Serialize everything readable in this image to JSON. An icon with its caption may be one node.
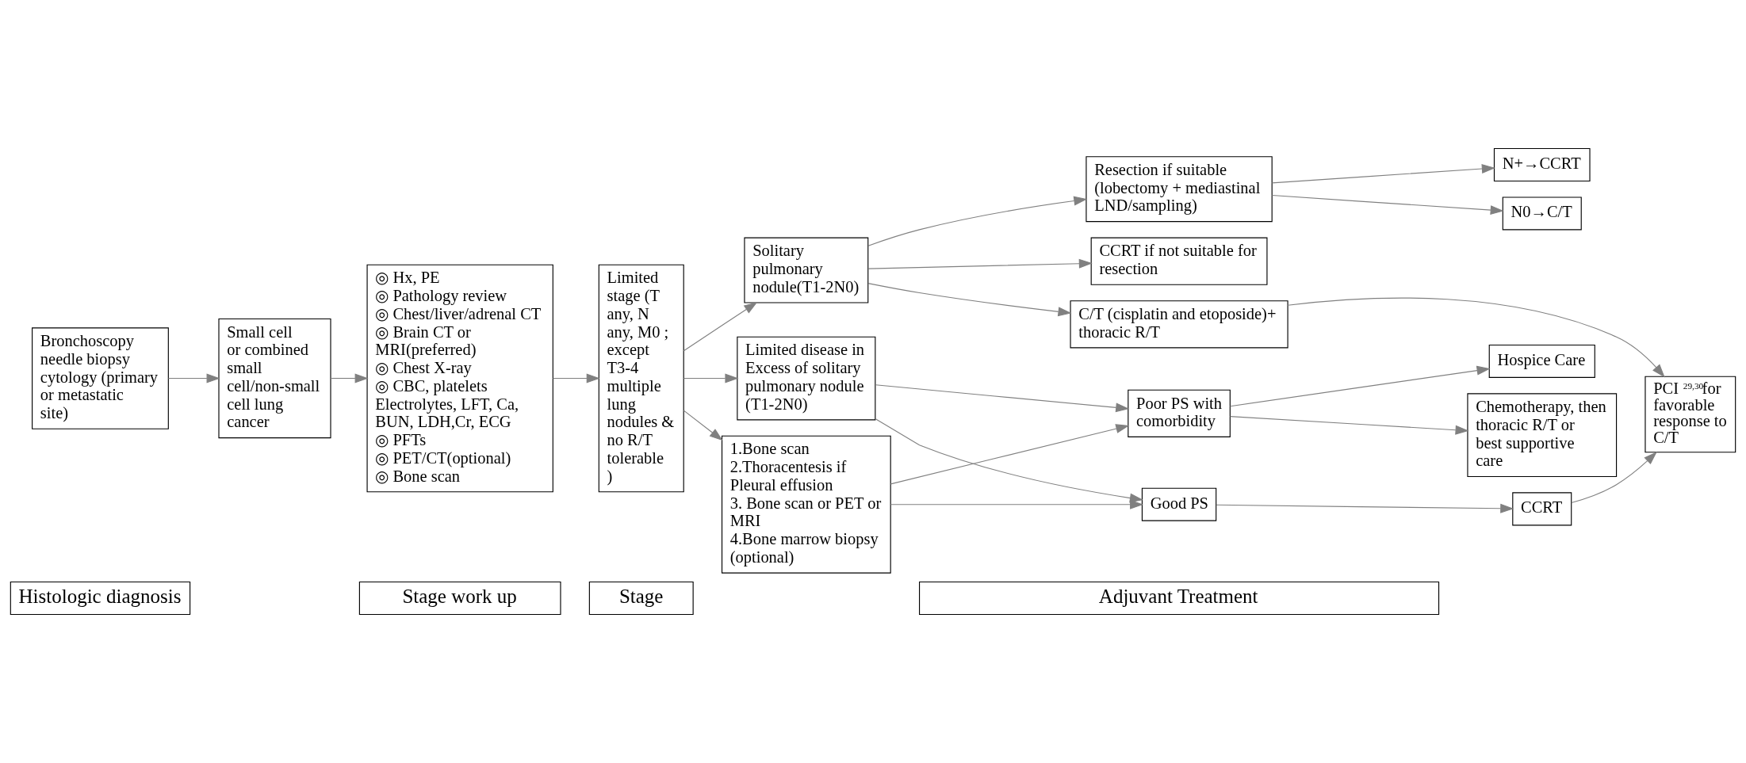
{
  "diagram": {
    "nodes": [
      {
        "text": [
          "Histologic diagnosis"
        ]
      },
      {
        "text": [
          "Stage work up"
        ]
      },
      {
        "text": [
          "Stage"
        ]
      },
      {
        "text": [
          "Adjuvant Treatment"
        ]
      },
      {
        "text": [
          "Bronchoscopy needle biopsy cytology (primary or metastatic site)"
        ]
      },
      {
        "text": [
          "Small cell or combined small cell/non-small cell lung cancer"
        ]
      },
      {
        "text": [
          "◎ Hx, PE",
          "◎ Pathology review",
          "◎ Chest/liver/adrenal CT",
          "◎ Brain CT or MRI(preferred)",
          "◎ Chest X-ray",
          "◎ CBC, platelets Electrolytes, LFT, Ca, BUN, LDH,Cr, ECG",
          "◎ PFTs",
          "◎ PET/CT(optional)",
          "◎ Bone scan"
        ]
      },
      {
        "text": [
          "Limited stage (T any, N any, M0 ; except T3-4 multiple lung nodules & no R/T tolerable )"
        ]
      },
      {
        "text": [
          "Solitary pulmonary nodule(T1-2N0)"
        ]
      },
      {
        "text": [
          "1.Bone scan",
          "2.Thoracentesis if Pleural effusion",
          "3. Bone scan or PET or MRI",
          "4.Bone marrow biopsy (optional)"
        ]
      },
      {
        "text": [
          "Limited disease in Excess of solitary pulmonary nodule (T1-2N0)"
        ]
      },
      {
        "text": [
          "Resection if suitable (lobectomy + mediastinal LND/sampling)"
        ]
      },
      {
        "text": [
          "CCRT if not suitable for resection"
        ]
      },
      {
        "text": [
          "C/T (cisplatin and etoposide)+ thoracic R/T"
        ]
      },
      {
        "text": [
          "N0→C/T"
        ]
      },
      {
        "text": [
          "N+→CCRT"
        ]
      },
      {
        "text": [
          "Good PS"
        ]
      },
      {
        "text": [
          "CCRT"
        ]
      },
      {
        "text": [
          "PCI $^{29,30}$for favorable response to C/T"
        ]
      },
      {
        "text": [
          "Poor PS with comorbidity"
        ]
      },
      {
        "text": [
          "Chemotherapy, then thoracic R/T or best supportive care"
        ]
      },
      {
        "text": [
          "Hospice Care"
        ]
      }
    ],
    "edges": [
      {
        "from": 4,
        "to": 5,
        "arrow": "to"
      },
      {
        "from": 5,
        "to": 6,
        "arrow": "to"
      },
      {
        "from": 6,
        "to": 7,
        "arrow": "to"
      },
      {
        "from": 7,
        "to": 8,
        "arrow": "to"
      },
      {
        "from": 7,
        "to": 9,
        "arrow": "to"
      },
      {
        "from": 7,
        "to": 10,
        "arrow": "to"
      },
      {
        "from": 8,
        "to": 11,
        "arrow": "to"
      },
      {
        "from": 8,
        "to": 12,
        "arrow": "to"
      },
      {
        "from": 8,
        "to": 13,
        "arrow": "to"
      },
      {
        "from": 11,
        "to": 14,
        "arrow": "to"
      },
      {
        "from": 11,
        "to": 15,
        "arrow": "to"
      },
      {
        "from": 9,
        "to": 16,
        "arrow": "to"
      },
      {
        "from": 9,
        "to": 19,
        "arrow": "to"
      },
      {
        "from": 10,
        "to": 16,
        "arrow": "to"
      },
      {
        "from": 10,
        "to": 19,
        "arrow": "to"
      },
      {
        "from": 16,
        "to": 17,
        "arrow": "to"
      },
      {
        "from": 13,
        "to": 18,
        "arrow": "to"
      },
      {
        "from": 17,
        "to": 18,
        "arrow": "to"
      },
      {
        "from": 19,
        "to": 20,
        "arrow": "to"
      },
      {
        "from": 19,
        "to": 21,
        "arrow": "to"
      }
    ]
  }
}
